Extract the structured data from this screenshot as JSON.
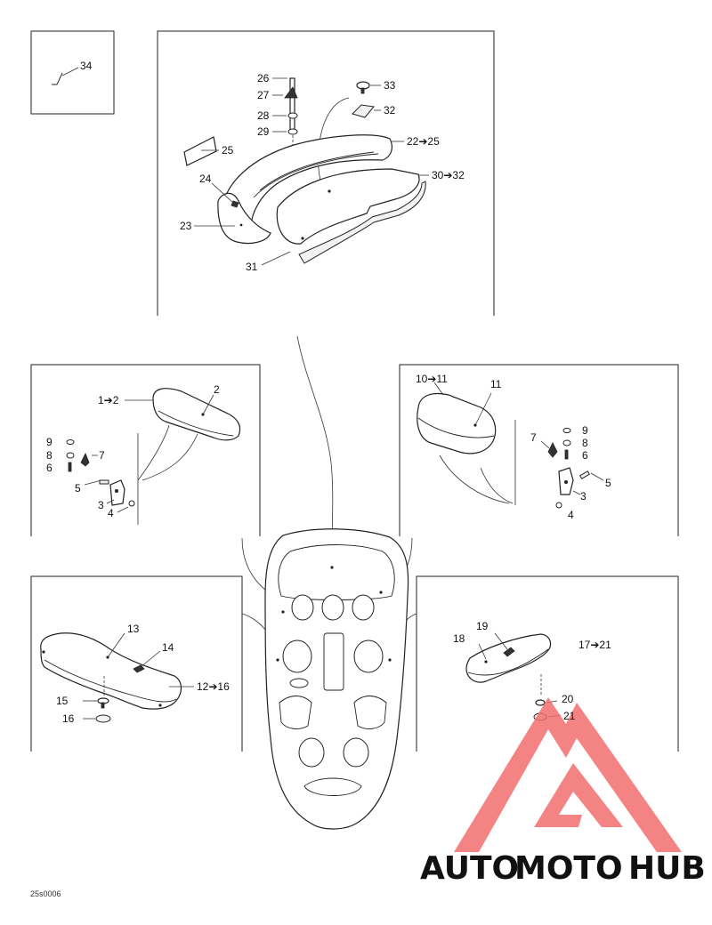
{
  "callouts": {
    "c34": "34",
    "c26": "26",
    "c27": "27",
    "c28": "28",
    "c29": "29",
    "c33": "33",
    "c32": "32",
    "c25": "25",
    "c22_25": "22➔25",
    "c30_32": "30➔32",
    "c24": "24",
    "c23": "23",
    "c31": "31",
    "c1_2": "1➔2",
    "c2": "2",
    "c9a": "9",
    "c8a": "8",
    "c7a": "7",
    "c6a": "6",
    "c5a": "5",
    "c3a": "3",
    "c4a": "4",
    "c10_11": "10➔11",
    "c11": "11",
    "c9b": "9",
    "c7b": "7",
    "c8b": "8",
    "c6b": "6",
    "c5b": "5",
    "c3b": "3",
    "c4b": "4",
    "c13": "13",
    "c14": "14",
    "c12_16": "12➔16",
    "c15": "15",
    "c16": "16",
    "c19": "19",
    "c18": "18",
    "c17_21": "17➔21",
    "c20": "20",
    "c21": "21"
  },
  "figure_code": "25s0006",
  "watermark": {
    "part1": "AUTO",
    "part2": "MOTO",
    "part3": "HUB",
    "color_orange": "#f5b06e",
    "color_red": "#ee5a5a",
    "color_gray": "#8a8a8a",
    "triangle_color": "#f26d6d"
  }
}
